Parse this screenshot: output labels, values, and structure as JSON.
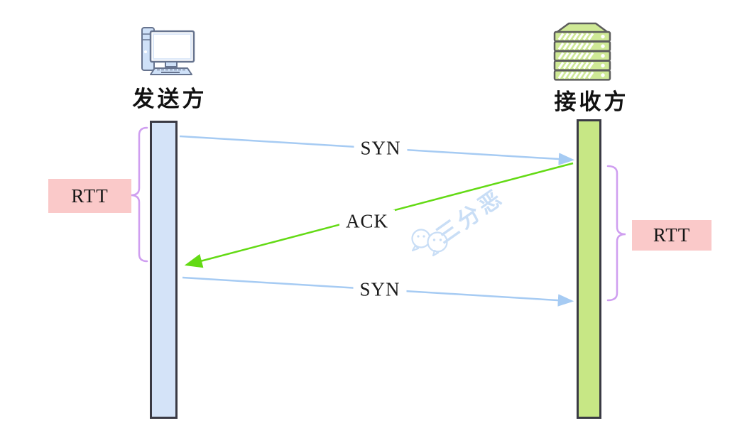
{
  "sender": {
    "label": "发送方"
  },
  "receiver": {
    "label": "接收方"
  },
  "messages": [
    {
      "label": "SYN",
      "direction": "sender-to-receiver"
    },
    {
      "label": "ACK",
      "direction": "receiver-to-sender"
    },
    {
      "label": "SYN",
      "direction": "sender-to-receiver"
    }
  ],
  "annotations": {
    "rtt_left": {
      "label": "RTT"
    },
    "rtt_right": {
      "label": "RTT"
    }
  },
  "watermark": {
    "text": "三分恶"
  },
  "colors": {
    "sender_lifeline_fill": "#d4e3f8",
    "receiver_lifeline_fill": "#c7e785",
    "lifeline_border": "#3a3a44",
    "arrow_blue": "#a6cbf3",
    "arrow_green": "#63da14",
    "brace_purple": "#cf9ef0",
    "rtt_background": "#fac9c9",
    "watermark_blue": "#c9def6"
  }
}
